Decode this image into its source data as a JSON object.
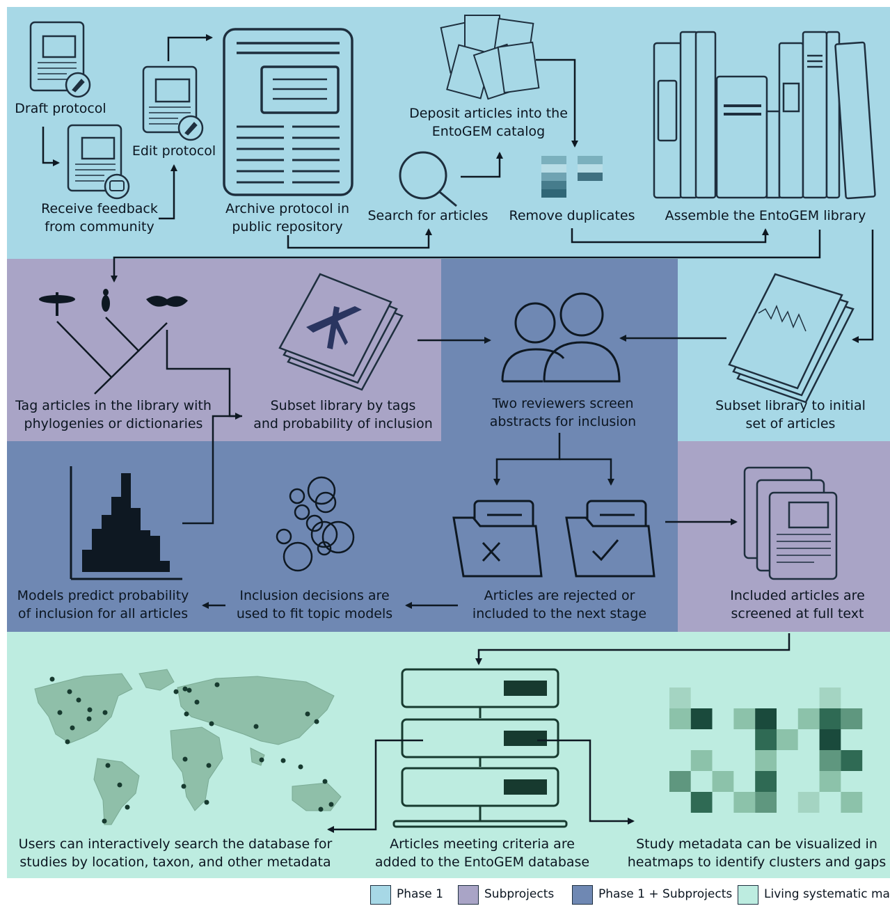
{
  "colors": {
    "phase1": "#a7d8e6",
    "subprojects": "#a9a4c6",
    "phase1_subprojects": "#6f88b3",
    "living_map": "#bdece0",
    "ink": "#1e2f3e",
    "teal_dark": "#1a4a3c"
  },
  "steps": {
    "draft": "Draft protocol",
    "feedback": [
      "Receive feedback",
      "from community"
    ],
    "edit": "Edit protocol",
    "archive": [
      "Archive protocol in",
      "public repository"
    ],
    "search": "Search for articles",
    "deposit": [
      "Deposit articles into the",
      "EntoGEM catalog"
    ],
    "duplicates": "Remove duplicates",
    "assemble": "Assemble the EntoGEM library",
    "tag": [
      "Tag articles in the library with",
      "phylogenies or dictionaries"
    ],
    "subset_tags": [
      "Subset library by tags",
      "and probability of inclusion"
    ],
    "two_reviewers": [
      "Two reviewers screen",
      "abstracts for inclusion"
    ],
    "subset_initial": [
      "Subset library to initial",
      "set of articles"
    ],
    "models": [
      "Models predict probability",
      "of inclusion for all articles"
    ],
    "inclusion": [
      "Inclusion decisions are",
      "used to fit topic models"
    ],
    "rejected": [
      "Articles are rejected or",
      "included to the next stage"
    ],
    "fulltext": [
      "Included articles are",
      "screened at full text"
    ],
    "users": [
      "Users can interactively search the database for",
      "studies by location, taxon, and other metadata"
    ],
    "database": [
      "Articles meeting criteria are",
      "added to the EntoGEM database"
    ],
    "heatmap": [
      "Study metadata can be visualized in",
      "heatmaps to identify clusters and gaps"
    ]
  },
  "legend": [
    {
      "label": "Phase 1",
      "color": "#a7d8e6"
    },
    {
      "label": "Subprojects",
      "color": "#a9a4c6"
    },
    {
      "label": "Phase 1 + Subprojects",
      "color": "#6f88b3"
    },
    {
      "label": "Living systematic map",
      "color": "#bdece0"
    }
  ],
  "icons": [
    "document-edit-icon",
    "document-comment-icon",
    "document-icon",
    "magnifier-icon",
    "articles-pile-icon",
    "color-bars-icon",
    "bookshelf-icon",
    "insects-phylogeny-icon",
    "dragonfly-book-icon",
    "two-users-icon",
    "book-signal-icon",
    "histogram-icon",
    "bubbles-icon",
    "folder-reject-icon",
    "folder-accept-icon",
    "documents-stack-icon",
    "world-map-icon",
    "server-icon",
    "heatmap-icon"
  ]
}
